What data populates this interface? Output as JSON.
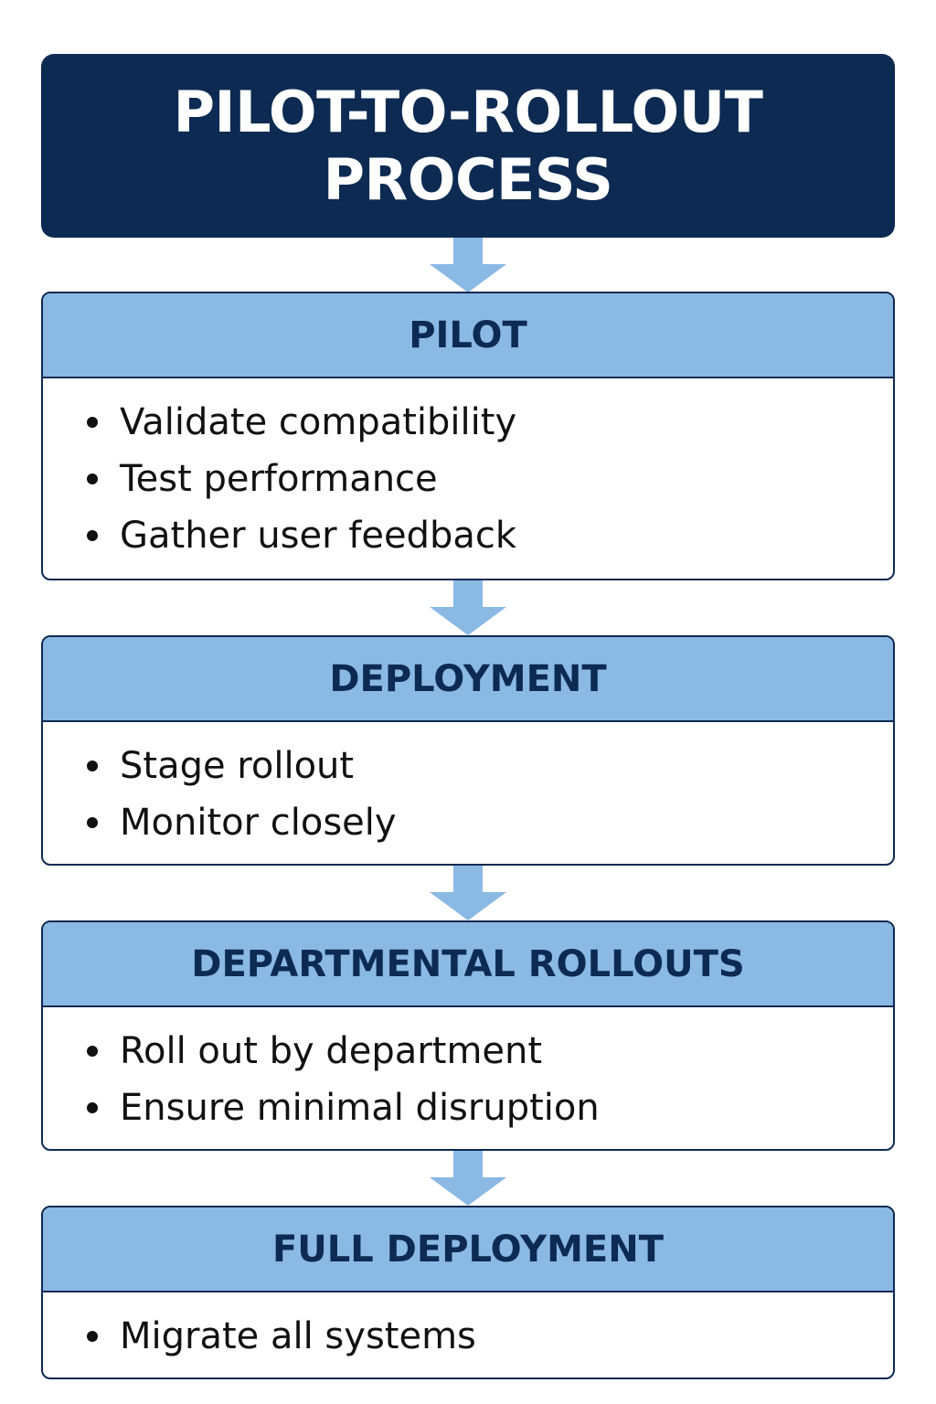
{
  "title": {
    "line1": "PILOT-TO-ROLLOUT",
    "line2": "PROCESS"
  },
  "stages": [
    {
      "title": "PILOT",
      "items": [
        "Validate compatibility",
        "Test performance",
        "Gather user feedback"
      ]
    },
    {
      "title": "DEPLOYMENT",
      "items": [
        "Stage rollout",
        "Monitor closely"
      ]
    },
    {
      "title": "DEPARTMENTAL ROLLOUTS",
      "items": [
        "Roll out by department",
        "Ensure minimal disruption"
      ]
    },
    {
      "title": "FULL DEPLOYMENT",
      "items": [
        "Migrate all systems"
      ]
    }
  ],
  "colors": {
    "title_background": "#0c2a52",
    "header_background": "#8ab9e4",
    "arrow": "#8ab9e4",
    "border": "#0c2a52"
  }
}
